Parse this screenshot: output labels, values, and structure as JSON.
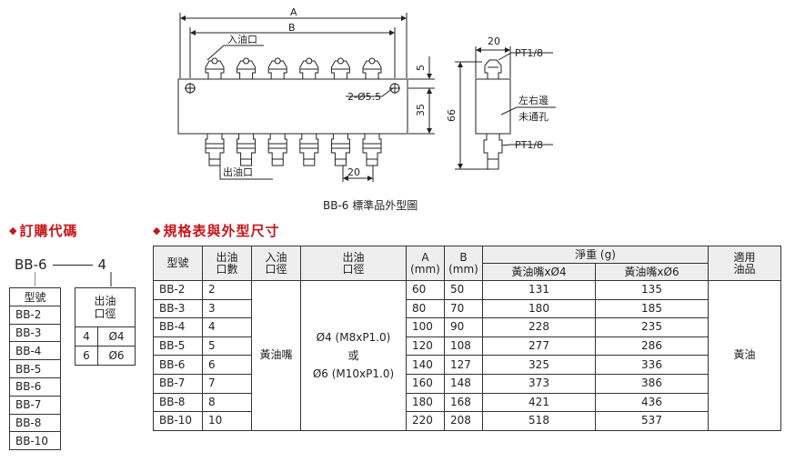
{
  "drawing": {
    "caption": "BB-6 標準品外型圖",
    "dims": {
      "A": "A",
      "B": "B",
      "d5": "5",
      "d35": "35",
      "d66": "66",
      "d20_top": "20",
      "d20_bottom": "20"
    },
    "labels": {
      "inlet": "入油口",
      "outlet": "出油口",
      "holes": "2-Ø5.5",
      "pt_top": "PT1/8",
      "pt_bottom": "PT1/8",
      "side_note_1": "左右邊",
      "side_note_2": "未通孔"
    }
  },
  "order": {
    "title": "訂購代碼",
    "code_prefix": "BB-6",
    "code_suffix": "4",
    "model_header": "型號",
    "models": [
      "BB-2",
      "BB-3",
      "BB-4",
      "BB-5",
      "BB-6",
      "BB-7",
      "BB-8",
      "BB-10"
    ],
    "outlet_header_1": "出油",
    "outlet_header_2": "口徑",
    "outlet_options": [
      {
        "code": "4",
        "value": "Ø4"
      },
      {
        "code": "6",
        "value": "Ø6"
      }
    ]
  },
  "spec": {
    "title": "規格表與外型尺寸",
    "headers": {
      "model": "型號",
      "count_1": "出油",
      "count_2": "口數",
      "in_1": "入油",
      "in_2": "口徑",
      "out_1": "出油",
      "out_2": "口徑",
      "a_1": "A",
      "a_2": "(mm)",
      "b_1": "B",
      "b_2": "(mm)",
      "weight": "淨重 (g)",
      "w4": "黃油嘴xØ4",
      "w6": "黃油嘴xØ6",
      "oil_1": "適用",
      "oil_2": "油品"
    },
    "inlet_value": "黃油嘴",
    "outlet_value_1": "Ø4 (M8xP1.0)",
    "outlet_value_2": "或",
    "outlet_value_3": "Ø6 (M10xP1.0)",
    "oil_value": "黃油",
    "rows": [
      {
        "model": "BB-2",
        "count": "2",
        "a": "60",
        "b": "50",
        "w4": "131",
        "w6": "135"
      },
      {
        "model": "BB-3",
        "count": "3",
        "a": "80",
        "b": "70",
        "w4": "180",
        "w6": "185"
      },
      {
        "model": "BB-4",
        "count": "4",
        "a": "100",
        "b": "90",
        "w4": "228",
        "w6": "235"
      },
      {
        "model": "BB-5",
        "count": "5",
        "a": "120",
        "b": "108",
        "w4": "277",
        "w6": "286"
      },
      {
        "model": "BB-6",
        "count": "6",
        "a": "140",
        "b": "127",
        "w4": "325",
        "w6": "336"
      },
      {
        "model": "BB-7",
        "count": "7",
        "a": "160",
        "b": "148",
        "w4": "373",
        "w6": "386"
      },
      {
        "model": "BB-8",
        "count": "8",
        "a": "180",
        "b": "168",
        "w4": "421",
        "w6": "436"
      },
      {
        "model": "BB-10",
        "count": "10",
        "a": "220",
        "b": "208",
        "w4": "518",
        "w6": "537"
      }
    ]
  }
}
